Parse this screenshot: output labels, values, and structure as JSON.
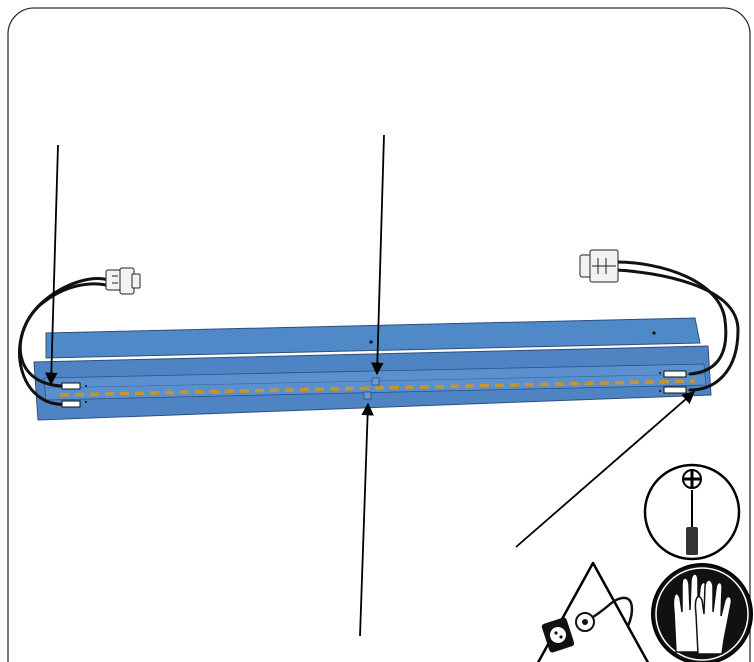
{
  "figure": {
    "kind": "installation-step-illustration",
    "subject": "led-strip-in-blue-channel-with-two-connectors",
    "colors": {
      "frame": "#333333",
      "channel": "#4f84c4",
      "channel_edge": "#2d4f7f",
      "led_dots": "#c8952a",
      "wire": "#111111",
      "connector": "#f2f2f2",
      "arrow": "#000000"
    },
    "icons": [
      "phillips-screwdriver-icon",
      "unplug-power-warning-icon",
      "wear-gloves-icon"
    ],
    "arrow_count": 4
  }
}
